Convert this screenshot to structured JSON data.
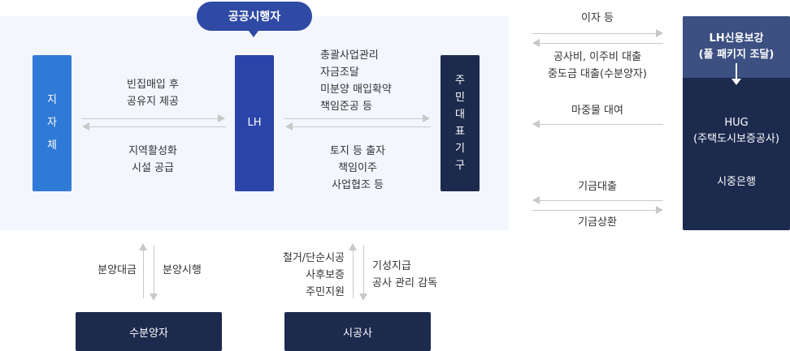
{
  "bubble": {
    "label": "공공시행자"
  },
  "jijache": {
    "chars": [
      "지",
      "자",
      "체"
    ]
  },
  "lh": {
    "label": "LH"
  },
  "jumin": {
    "chars": [
      "주",
      "민",
      "대",
      "표",
      "기",
      "구"
    ]
  },
  "left_flow": {
    "top": [
      "빈집매입 후",
      "공유지 제공"
    ],
    "bottom": [
      "지역활성화",
      "시설 공급"
    ]
  },
  "mid_flow": {
    "top": [
      "총괄사업관리",
      "자금조달",
      "미분양 매입확약",
      "책임준공 등"
    ],
    "bottom": [
      "토지 등 출자",
      "책임이주",
      "사업협조 등"
    ]
  },
  "right_flow": {
    "interest": "이자 등",
    "cost": [
      "공사비, 이주비 대출",
      "중도금 대출(수분양자)"
    ],
    "village": "마중물 대여",
    "fund_loan": "기금대출",
    "fund_repay": "기금상환"
  },
  "right_column": {
    "top": [
      "LH신용보강",
      "(풀 패키지 조달)"
    ],
    "hug": [
      "HUG",
      "(주택도시보증공사)"
    ],
    "bank": "시중은행"
  },
  "bottom_left": {
    "up_label": "분양대금",
    "down_label": "분양시행",
    "box": "수분양자"
  },
  "bottom_mid": {
    "up_label": [
      "철거/단순시공",
      "사후보증",
      "주민지원"
    ],
    "down_label": [
      "기성지급",
      "공사 관리 감독"
    ],
    "box": "시공사"
  },
  "colors": {
    "bubble": "#2f4aa5",
    "jijache": "#2f7ad6",
    "lh": "#2a44a9",
    "dark": "#1c2a4e",
    "panel": "#f3f6fd",
    "arrow": "#c8c8c8"
  }
}
